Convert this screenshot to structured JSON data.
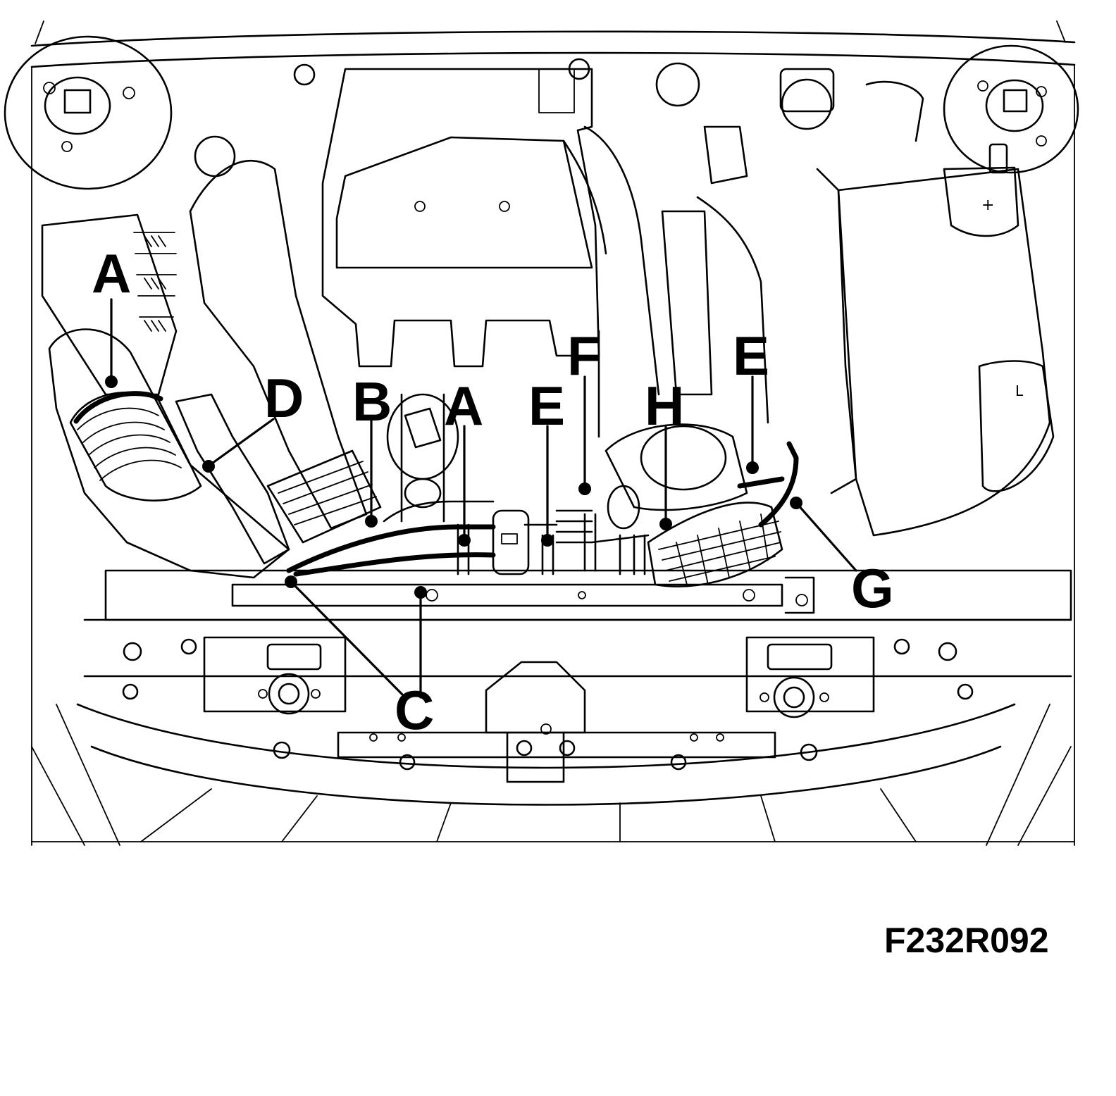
{
  "figure": {
    "code": "F232R092"
  },
  "callouts": [
    {
      "id": "A-left",
      "letter": "A"
    },
    {
      "id": "D",
      "letter": "D"
    },
    {
      "id": "B",
      "letter": "B"
    },
    {
      "id": "A-center",
      "letter": "A"
    },
    {
      "id": "E-center",
      "letter": "E"
    },
    {
      "id": "F",
      "letter": "F"
    },
    {
      "id": "H",
      "letter": "H"
    },
    {
      "id": "E-right",
      "letter": "E"
    },
    {
      "id": "G",
      "letter": "G"
    },
    {
      "id": "C",
      "letter": "C"
    }
  ]
}
